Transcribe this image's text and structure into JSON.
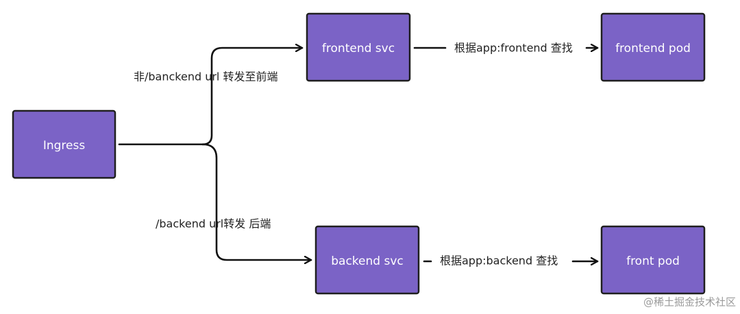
{
  "nodes": {
    "ingress": "Ingress",
    "frontend_svc": "frontend svc",
    "frontend_pod": "frontend pod",
    "backend_svc": "backend svc",
    "front_pod": "front pod"
  },
  "edges": {
    "to_frontend": "非/banckend url 转发至前端",
    "to_backend": "/backend url转发 后端",
    "frontend_lookup": "根据app:frontend 查找",
    "backend_lookup": "根据app:backend 查找"
  },
  "watermark": "@稀土掘金技术社区",
  "colors": {
    "node_fill": "#7b63c6",
    "node_border": "#1f1f1f",
    "node_text": "#ffffff",
    "line": "#111111",
    "label_text": "#222222",
    "watermark_text": "#9a9a9a"
  }
}
